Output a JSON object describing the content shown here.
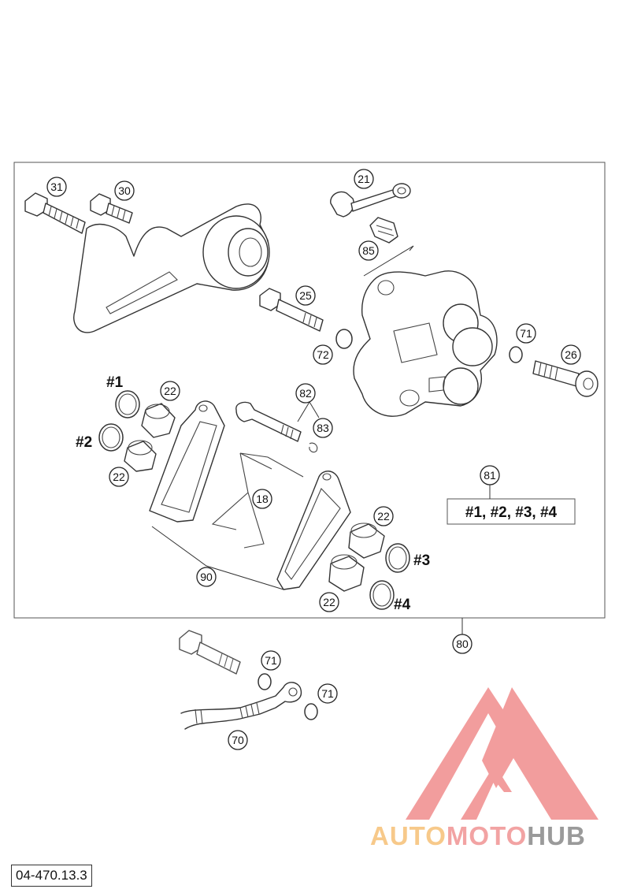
{
  "drawing_code": "04-470.13.3",
  "callouts": [
    "31",
    "30",
    "21",
    "85",
    "25",
    "72",
    "71",
    "26",
    "22",
    "82",
    "83",
    "18",
    "81",
    "90",
    "80",
    "71",
    "70"
  ],
  "group_labels": {
    "g1": "#1",
    "g2": "#2",
    "g3": "#3",
    "g4": "#4",
    "kit": "#1, #2, #3, #4"
  },
  "watermark": {
    "part_auto": "AUTO",
    "part_moto": "MOTO",
    "part_hub": "HUB",
    "color_auto": "#f7c98a",
    "color_moto": "#f2a3a3",
    "color_hub": "#9a9a9a",
    "logo_color": "#f08d8d"
  }
}
